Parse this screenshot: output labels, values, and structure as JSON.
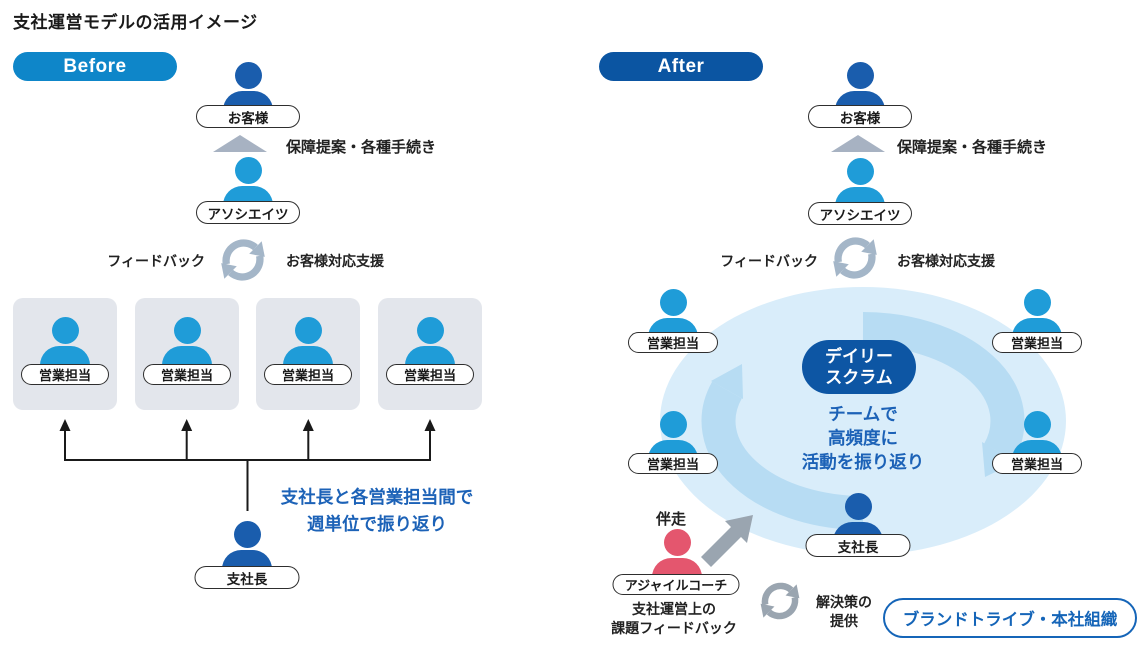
{
  "title": "支社運営モデルの活用イメージ",
  "colors": {
    "before_badge": "#0e86c9",
    "after_badge": "#0b55a2",
    "person_dark_blue": "#1a5dad",
    "person_light_blue": "#1f9cd8",
    "person_pink": "#e4566e",
    "accent_text_blue": "#1c62b7",
    "scrum_pill_blue": "#0d56a4",
    "brand_pill_blue": "#1565b8",
    "cycle_steel": "#a4b6c8",
    "cycle_gray": "#9aa5b0",
    "ellipse_light_blue": "#d9edfa",
    "ellipse_arrow_blue": "#b7dcf3",
    "gray_box": "#e3e6ec"
  },
  "before": {
    "badge": "Before",
    "customer": "お客様",
    "proposal": "保障提案・各種手続き",
    "associates": "アソシエイツ",
    "feedback": "フィードバック",
    "support": "お客様対応支援",
    "sales": [
      "営業担当",
      "営業担当",
      "営業担当",
      "営業担当"
    ],
    "review_line1": "支社長と各営業担当間で",
    "review_line2": "週単位で振り返り",
    "manager": "支社長"
  },
  "after": {
    "badge": "After",
    "customer": "お客様",
    "proposal": "保障提案・各種手続き",
    "associates": "アソシエイツ",
    "feedback": "フィードバック",
    "support": "お客様対応支援",
    "scrum_line1": "デイリー",
    "scrum_line2": "スクラム",
    "team_line1": "チームで",
    "team_line2": "高頻度に",
    "team_line3": "活動を振り返り",
    "sales": [
      "営業担当",
      "営業担当",
      "営業担当",
      "営業担当"
    ],
    "manager": "支社長",
    "accompany": "伴走",
    "agile_coach": "アジャイルコーチ",
    "issue_line1": "支社運営上の",
    "issue_line2": "課題フィードバック",
    "solution_line1": "解決策の",
    "solution_line2": "提供",
    "brand_tribe": "ブランドトライブ・本社組織"
  }
}
